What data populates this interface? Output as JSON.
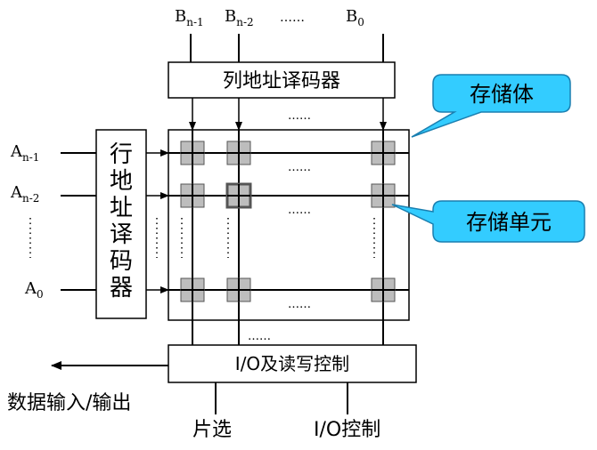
{
  "column_address_lines": {
    "first": "B",
    "first_sub": "n-1",
    "second": "B",
    "second_sub": "n-2",
    "ellipsis": "……",
    "last": "B",
    "last_sub": "0"
  },
  "row_address_lines": {
    "first": "A",
    "first_sub": "n-1",
    "second": "A",
    "second_sub": "n-2",
    "last": "A",
    "last_sub": "0"
  },
  "column_decoder": {
    "label": "列地址译码器"
  },
  "row_decoder": {
    "chars": [
      "行",
      "地",
      "址",
      "译",
      "码",
      "器"
    ]
  },
  "callouts": {
    "storage_body": "存储体",
    "storage_cell": "存储单元"
  },
  "io_block": {
    "label": "I/O及读写控制"
  },
  "bottom_labels": {
    "data_io": "数据输入/输出",
    "chip_select": "片选",
    "io_control": "I/O控制"
  },
  "ellipsis": "……",
  "colors": {
    "cell_fill": "#bdbdbd",
    "callout_fill": "#33ccff",
    "callout_stroke": "#1a7fb0"
  }
}
